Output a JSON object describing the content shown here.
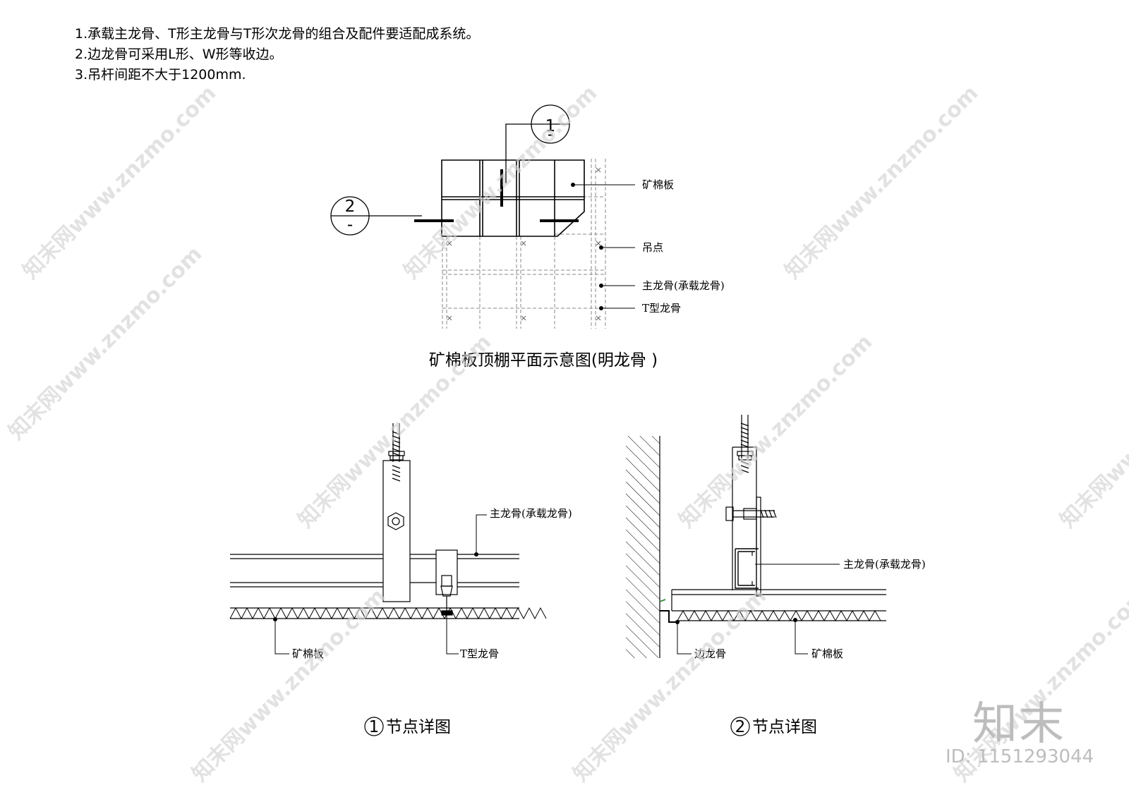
{
  "notes": [
    "1.承载主龙骨、T形主龙骨与T形次龙骨的组合及配件要适配成系统。",
    "2.边龙骨可采用L形、W形等收边。",
    "3.吊杆间距不大于1200mm."
  ],
  "plan": {
    "title": "矿棉板顶棚平面示意图(明龙骨 )",
    "callout1": {
      "num": "1",
      "sub": "-"
    },
    "callout2": {
      "num": "2",
      "sub": "-"
    },
    "labels": {
      "board": "矿棉板",
      "hanger": "吊点",
      "main_keel": "主龙骨(承载龙骨)",
      "t_keel": "T型龙骨"
    }
  },
  "detail1": {
    "title_num": "1",
    "title": "节点详图",
    "labels": {
      "main_keel": "主龙骨(承载龙骨)",
      "board": "矿棉板",
      "t_keel": "T型龙骨"
    }
  },
  "detail2": {
    "title_num": "2",
    "title": "节点详图",
    "labels": {
      "main_keel": "主龙骨(承载龙骨)",
      "edge_keel": "边龙骨",
      "board": "矿棉板"
    }
  },
  "watermark": {
    "text": "知末网www.znzmo.com",
    "brand": "知末",
    "id": "ID: 1151293044"
  },
  "colors": {
    "line": "#000000",
    "dashed": "#7a7a7a",
    "watermark": "#d4d4d4"
  }
}
